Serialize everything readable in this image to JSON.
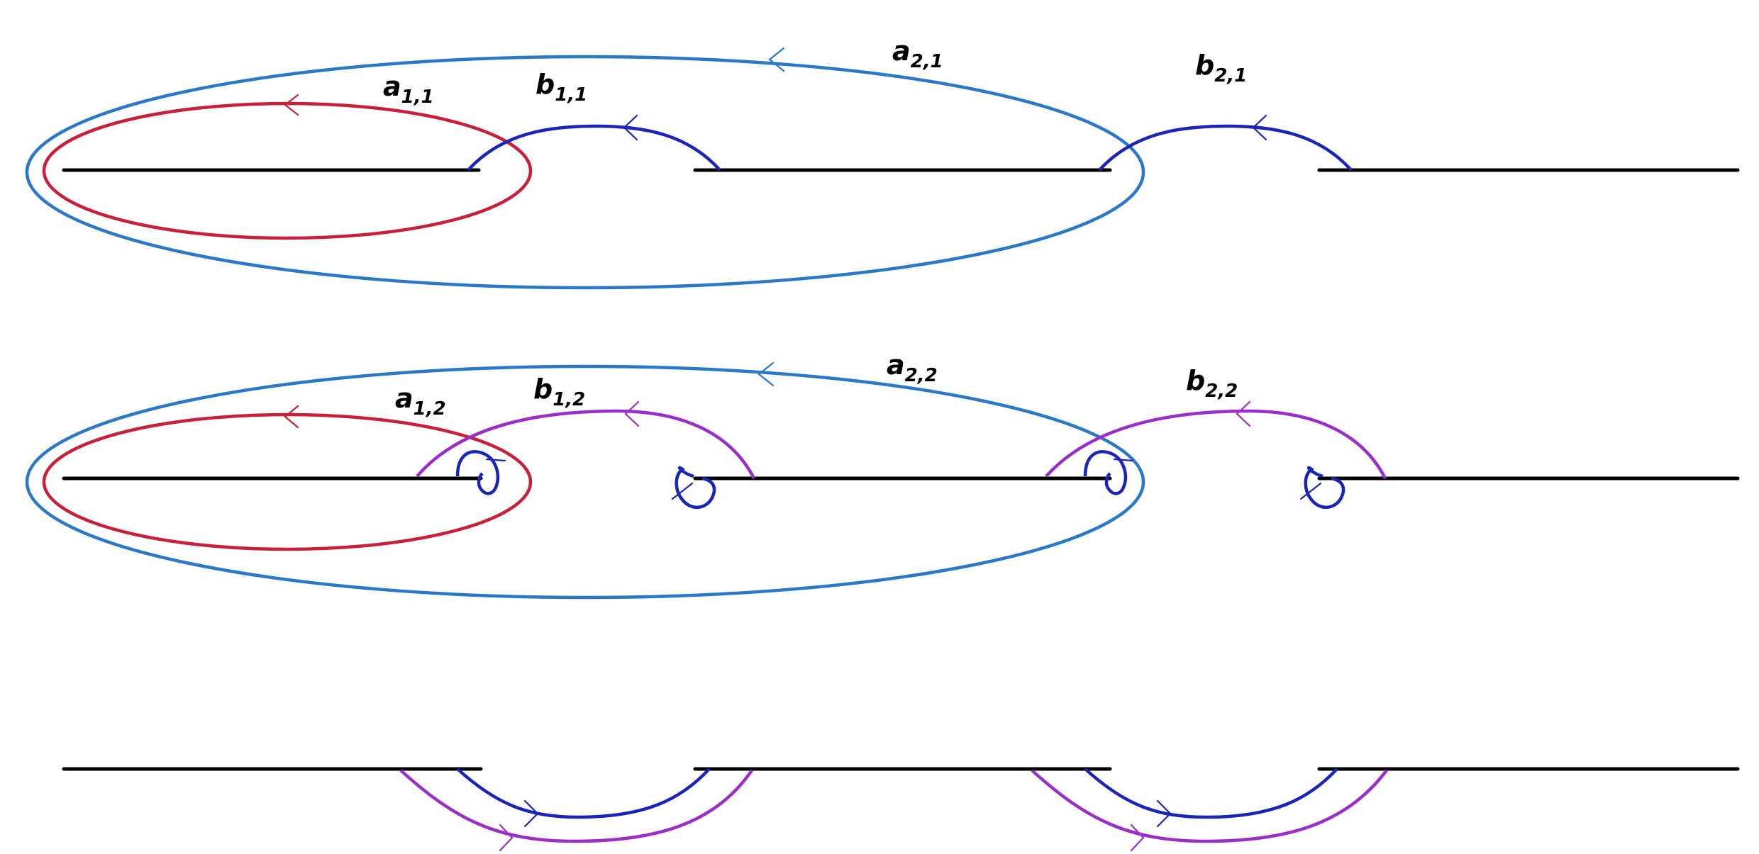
{
  "labels": {
    "a11": {
      "base": "a",
      "sub": "1,1"
    },
    "b11": {
      "base": "b",
      "sub": "1,1"
    },
    "a21": {
      "base": "a",
      "sub": "2,1"
    },
    "b21": {
      "base": "b",
      "sub": "2,1"
    },
    "a12": {
      "base": "a",
      "sub": "1,2"
    },
    "b12": {
      "base": "b",
      "sub": "1,2"
    },
    "a22": {
      "base": "a",
      "sub": "2,2"
    },
    "b22": {
      "base": "b",
      "sub": "2,2"
    }
  },
  "colors": {
    "cut": "#000000",
    "a1_cycle": "#c8203a",
    "a2_cycle": "#2a78c8",
    "b_upper_sheet": "#1b24b8",
    "b_lower_sheet": "#9a2ec8"
  }
}
